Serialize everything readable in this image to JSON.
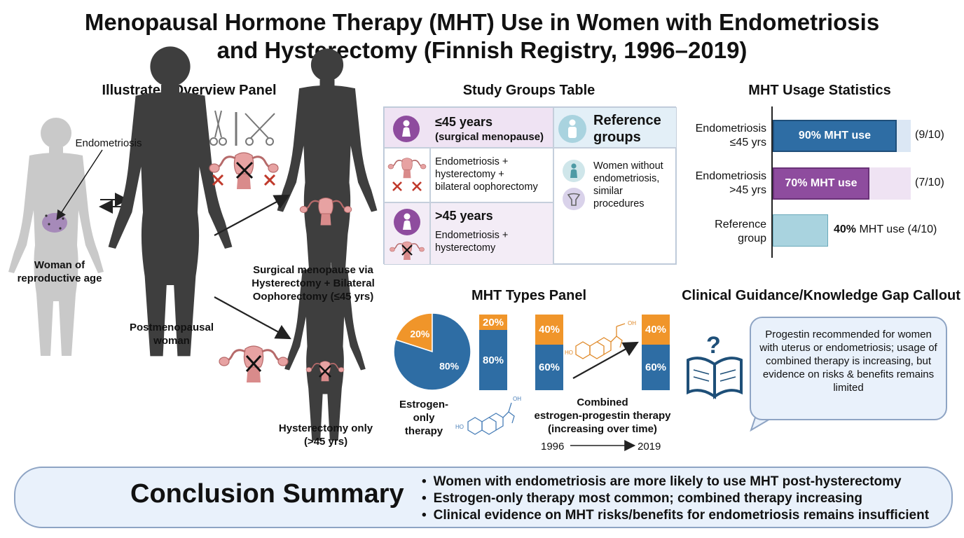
{
  "title_line1": "Menopausal Hormone Therapy (MHT) Use in Women with Endometriosis",
  "title_line2": "and Hysterectomy (Finnish Registry, 1996–2019)",
  "overview": {
    "title": "Illustrated Overview Panel",
    "endometriosis_label": "Endometriosis",
    "woman_reproductive": [
      "Woman of",
      "reproductive age"
    ],
    "postmenopausal": [
      "Postmenopausal",
      "woman"
    ],
    "surgical": [
      "Surgical menopause via",
      "Hysterectomy + Bilateral",
      "Oophorectomy (≤45 yrs)"
    ],
    "hyst_only": [
      "Hysterectomy only",
      "(>45 yrs)"
    ]
  },
  "groups_table": {
    "title": "Study Groups Table",
    "young": {
      "header": "≤45 years",
      "sub": "(surgical menopause)",
      "desc": [
        "Endometriosis +",
        "hysterectomy +",
        "bilateral oophorectomy"
      ]
    },
    "old": {
      "header": ">45 years",
      "desc": [
        "Endometriosis +",
        "hysterectomy"
      ]
    },
    "reference": {
      "header": [
        "Reference",
        "groups"
      ],
      "desc": [
        "Women without",
        "endometriosis,",
        "similar",
        "procedures"
      ]
    }
  },
  "usage": {
    "title": "MHT Usage Statistics",
    "colors": {
      "young": "#2e6da4",
      "old": "#8e4c9e",
      "ref": "#a9d3df"
    }
  },
  "chart_data": {
    "type": "bar",
    "orientation": "horizontal",
    "categories": [
      [
        "Endometriosis",
        "≤45 yrs"
      ],
      [
        "Endometriosis",
        ">45 yrs"
      ],
      [
        "Reference",
        "group"
      ]
    ],
    "values": [
      90,
      70,
      40
    ],
    "data_labels": [
      [
        "90% MHT use"
      ],
      [
        "70% MHT use"
      ],
      [
        "40%",
        " MHT use (4/10)"
      ]
    ],
    "counts": [
      "(9/10)",
      "(7/10)",
      ""
    ],
    "xlim": [
      0,
      100
    ]
  },
  "types": {
    "title": "MHT Types Panel",
    "estrogen_only": {
      "pie": [
        20,
        80
      ],
      "pie_labels": [
        "20%",
        "80%"
      ],
      "bar_labels": [
        "20%",
        "80%"
      ],
      "label": [
        "Estrogen-only",
        "therapy"
      ]
    },
    "combined": {
      "start_labels": [
        "40%",
        "60%"
      ],
      "end_labels": [
        "40%",
        "60%"
      ],
      "label": [
        "Combined",
        "estrogen-progestin therapy",
        "(increasing over time)"
      ],
      "year_start": "1996",
      "year_end": "2019"
    },
    "colors": {
      "estrogen": "#2e6da4",
      "progestin": "#f0952a"
    }
  },
  "guidance": {
    "title": "Clinical Guidance/Knowledge Gap Callout",
    "icon_text": "?",
    "text": "Progestin recommended for women with uterus or endometriosis; usage of combined therapy is increasing, but evidence on risks & benefits remains limited"
  },
  "conclusion": {
    "title": "Conclusion Summary",
    "items": [
      "Women with endometriosis are more likely to use MHT post-hysterectomy",
      "Estrogen-only therapy most common; combined therapy increasing",
      "Clinical evidence on MHT risks/benefits for endometriosis remains insufficient"
    ]
  }
}
